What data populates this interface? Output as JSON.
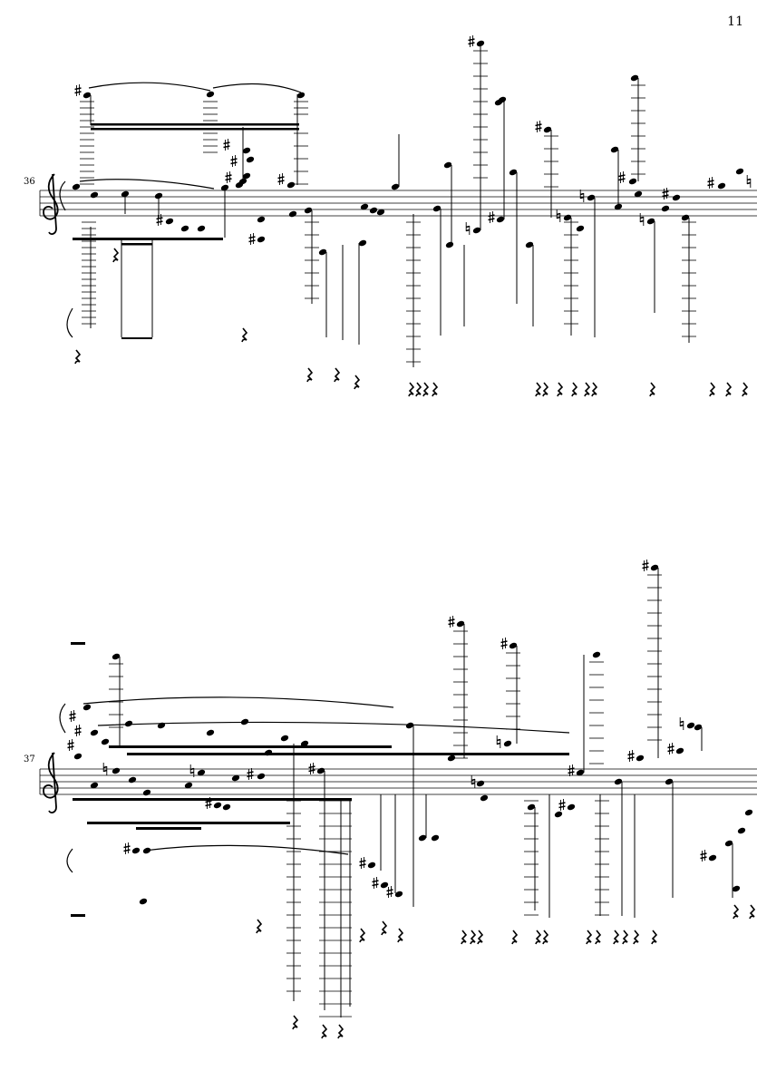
{
  "page": {
    "page_number": "11",
    "ink_color": "#000000",
    "paper_color": "#ffffff"
  },
  "systems": [
    {
      "measure_number": "36",
      "clef": "treble-clef-icon",
      "staff_lines": 5
    },
    {
      "measure_number": "37",
      "clef": "treble-clef-icon",
      "staff_lines": 5
    }
  ]
}
